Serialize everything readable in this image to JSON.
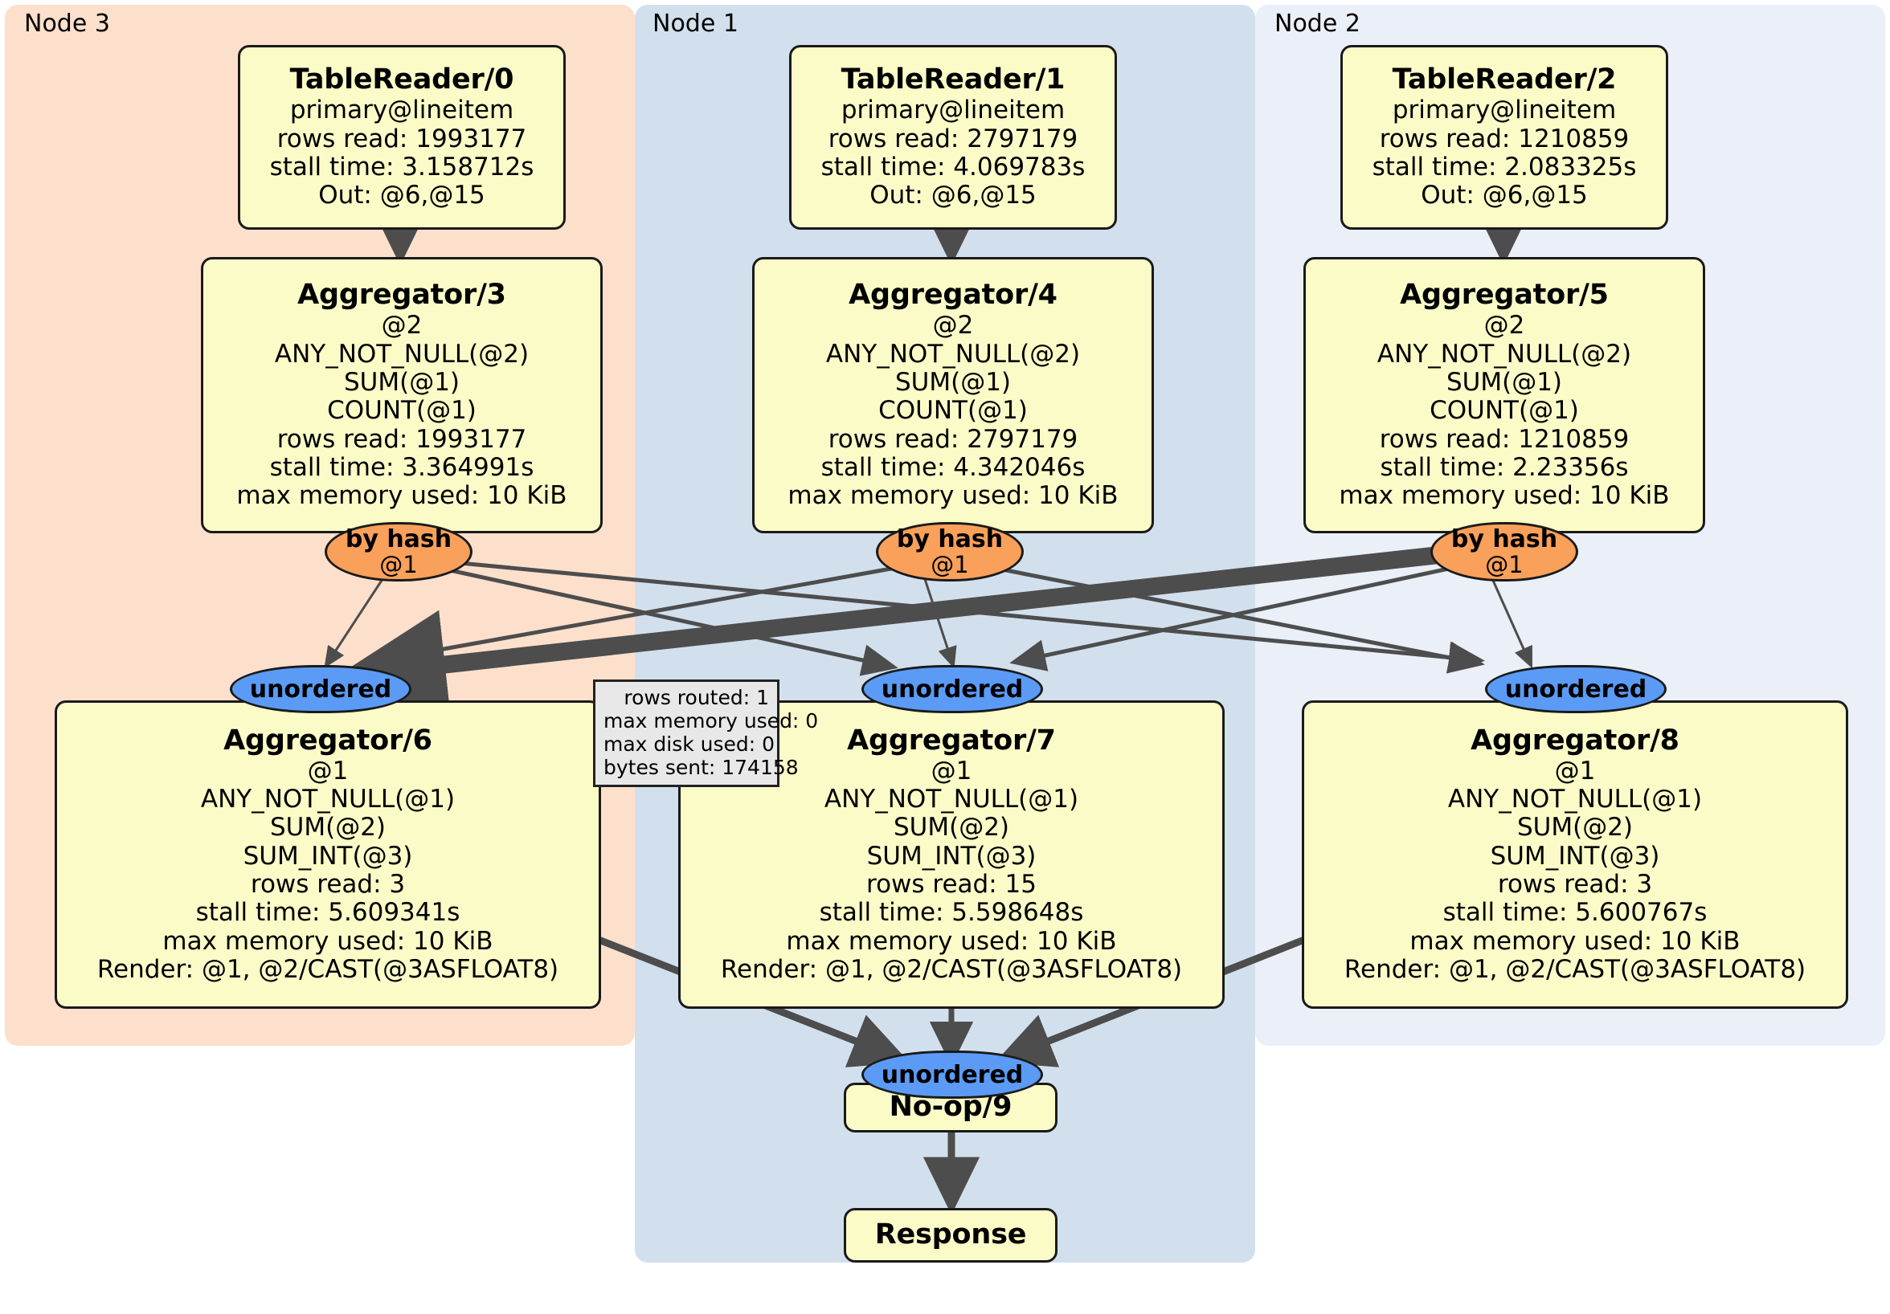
{
  "diagram": {
    "kind": "distributed-query-execution-plan",
    "clusters": [
      {
        "id": "node3",
        "label": "Node 3",
        "color": "#fde0cc"
      },
      {
        "id": "node1",
        "label": "Node 1",
        "color": "#d2e0ed"
      },
      {
        "id": "node2",
        "label": "Node 2",
        "color": "#eaeff8"
      }
    ],
    "colors": {
      "processor_fill": "#fbfbc8",
      "router_fill": "#f9a05a",
      "stream_fill": "#5b9bf5",
      "stats_fill": "#e8e8e8",
      "edge": "#4d4d4d",
      "border": "#1a1a1a"
    },
    "processors": [
      {
        "id": "tablereader0",
        "title": "TableReader/0",
        "lines": [
          "primary@lineitem",
          "rows read: 1993177",
          "stall time: 3.158712s",
          "Out: @6,@15"
        ]
      },
      {
        "id": "tablereader1",
        "title": "TableReader/1",
        "lines": [
          "primary@lineitem",
          "rows read: 2797179",
          "stall time: 4.069783s",
          "Out: @6,@15"
        ]
      },
      {
        "id": "tablereader2",
        "title": "TableReader/2",
        "lines": [
          "primary@lineitem",
          "rows read: 1210859",
          "stall time: 2.083325s",
          "Out: @6,@15"
        ]
      },
      {
        "id": "aggregator3",
        "title": "Aggregator/3",
        "lines": [
          "@2",
          "ANY_NOT_NULL(@2)",
          "SUM(@1)",
          "COUNT(@1)",
          "rows read: 1993177",
          "stall time: 3.364991s",
          "max memory used: 10 KiB"
        ]
      },
      {
        "id": "aggregator4",
        "title": "Aggregator/4",
        "lines": [
          "@2",
          "ANY_NOT_NULL(@2)",
          "SUM(@1)",
          "COUNT(@1)",
          "rows read: 2797179",
          "stall time: 4.342046s",
          "max memory used: 10 KiB"
        ]
      },
      {
        "id": "aggregator5",
        "title": "Aggregator/5",
        "lines": [
          "@2",
          "ANY_NOT_NULL(@2)",
          "SUM(@1)",
          "COUNT(@1)",
          "rows read: 1210859",
          "stall time: 2.23356s",
          "max memory used: 10 KiB"
        ]
      },
      {
        "id": "aggregator6",
        "title": "Aggregator/6",
        "lines": [
          "@1",
          "ANY_NOT_NULL(@1)",
          "SUM(@2)",
          "SUM_INT(@3)",
          "rows read: 3",
          "stall time: 5.609341s",
          "max memory used: 10 KiB",
          "Render: @1, @2/CAST(@3ASFLOAT8)"
        ]
      },
      {
        "id": "aggregator7",
        "title": "Aggregator/7",
        "lines": [
          "@1",
          "ANY_NOT_NULL(@1)",
          "SUM(@2)",
          "SUM_INT(@3)",
          "rows read: 15",
          "stall time: 5.598648s",
          "max memory used: 10 KiB",
          "Render: @1, @2/CAST(@3ASFLOAT8)"
        ]
      },
      {
        "id": "aggregator8",
        "title": "Aggregator/8",
        "lines": [
          "@1",
          "ANY_NOT_NULL(@1)",
          "SUM(@2)",
          "SUM_INT(@3)",
          "rows read: 3",
          "stall time: 5.600767s",
          "max memory used: 10 KiB",
          "Render: @1, @2/CAST(@3ASFLOAT8)"
        ]
      },
      {
        "id": "noop9",
        "title": "No-op/9",
        "lines": []
      },
      {
        "id": "response",
        "title": "Response",
        "lines": []
      }
    ],
    "routers": [
      {
        "id": "byhash3",
        "title": "by hash",
        "sub": "@1"
      },
      {
        "id": "byhash4",
        "title": "by hash",
        "sub": "@1"
      },
      {
        "id": "byhash5",
        "title": "by hash",
        "sub": "@1"
      }
    ],
    "streams": [
      {
        "id": "unordered6",
        "label": "unordered"
      },
      {
        "id": "unordered7",
        "label": "unordered"
      },
      {
        "id": "unordered8",
        "label": "unordered"
      },
      {
        "id": "unordered9",
        "label": "unordered"
      }
    ],
    "stats_tooltip": {
      "id": "stats-popup",
      "lines": [
        "rows routed: 1",
        "max memory used: 0",
        "max disk used: 0",
        "bytes sent: 174158"
      ]
    }
  }
}
